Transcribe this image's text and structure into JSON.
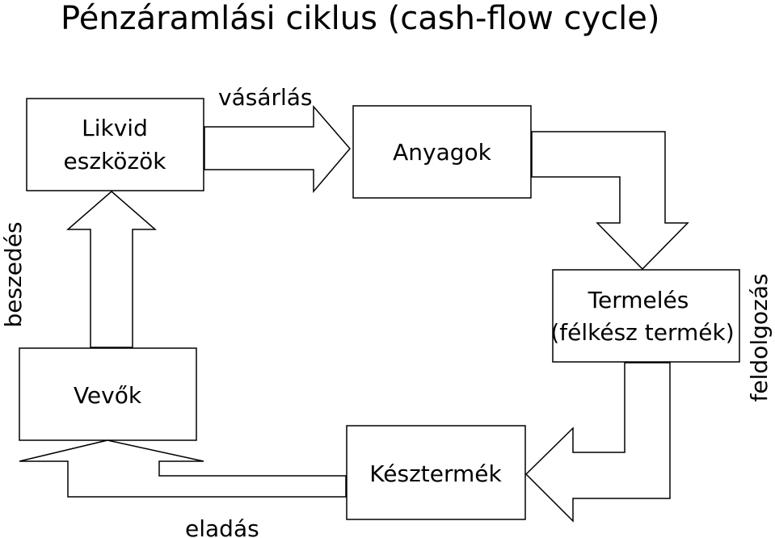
{
  "title": "Pénzáramlási ciklus (cash-flow cycle)",
  "nodes": {
    "liquid_assets": [
      "Likvid",
      "eszközök"
    ],
    "materials": [
      "Anyagok"
    ],
    "production": [
      "Termelés",
      "(félkész termék)"
    ],
    "finished_goods": [
      "Késztermék"
    ],
    "customers": [
      "Vevők"
    ]
  },
  "edges": {
    "purchase": "vásárlás",
    "processing": "feldolgozás",
    "sale": "eladás",
    "collection": "beszedés"
  }
}
